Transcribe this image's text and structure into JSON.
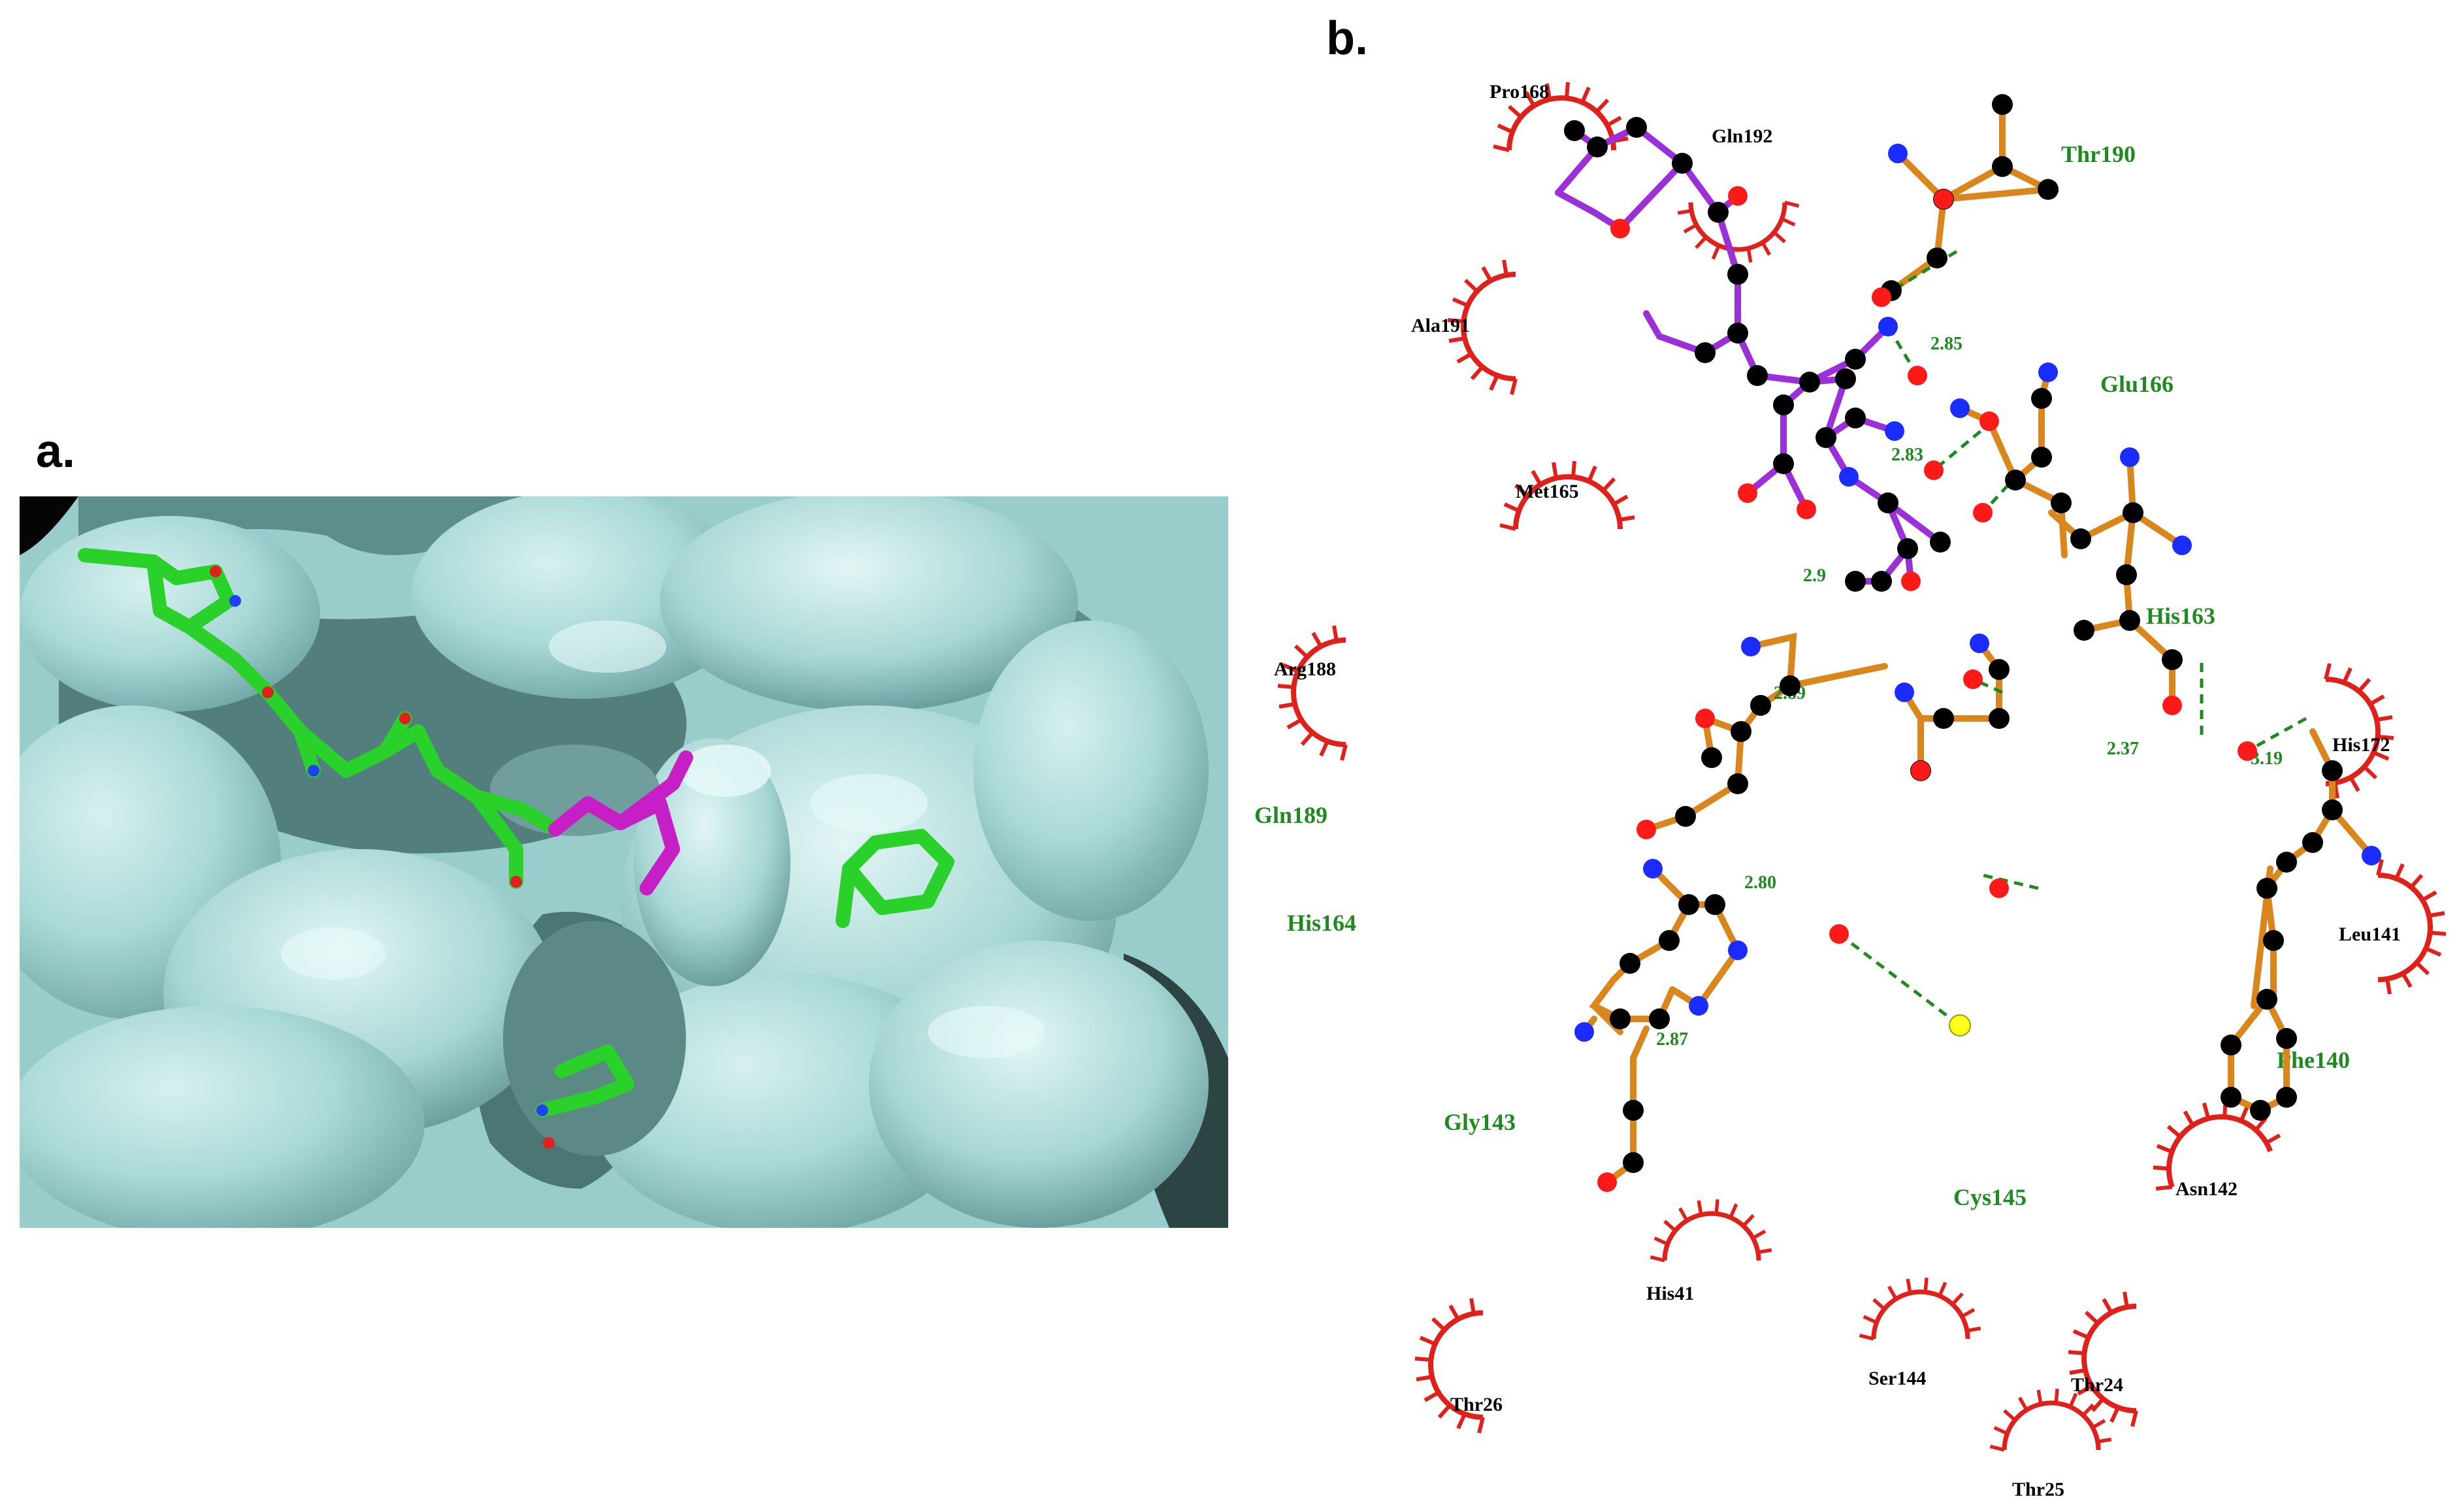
{
  "panel_a": {
    "label": "a."
  },
  "panel_b": {
    "label": "b.",
    "residues_hbond": [
      "Thr190",
      "Glu166",
      "His163",
      "Gln189",
      "His164",
      "Phe140",
      "Gly143",
      "Cys145"
    ],
    "residues_hydrophobic": [
      "Pro168",
      "Gln192",
      "Ala191",
      "Met165",
      "Arg188",
      "His172",
      "Leu141",
      "Asn142",
      "His41",
      "Thr26",
      "Ser144",
      "Thr24",
      "Thr25"
    ],
    "hbond_distances": [
      "2.85",
      "2.83",
      "2.9",
      "2.89",
      "2.37",
      "3.19",
      "2.80",
      "2.87"
    ],
    "colors": {
      "hbond_label": "#1f8a1f",
      "hydrophobic_arc": "#e0201a",
      "ligand_bond": "#9b30d9",
      "residue_bond": "#d9861c",
      "carbon": "#000000",
      "nitrogen": "#1a2cff",
      "oxygen": "#ff1a1a",
      "sulfur": "#ffff1a",
      "surface": "#a6d8d6"
    }
  }
}
